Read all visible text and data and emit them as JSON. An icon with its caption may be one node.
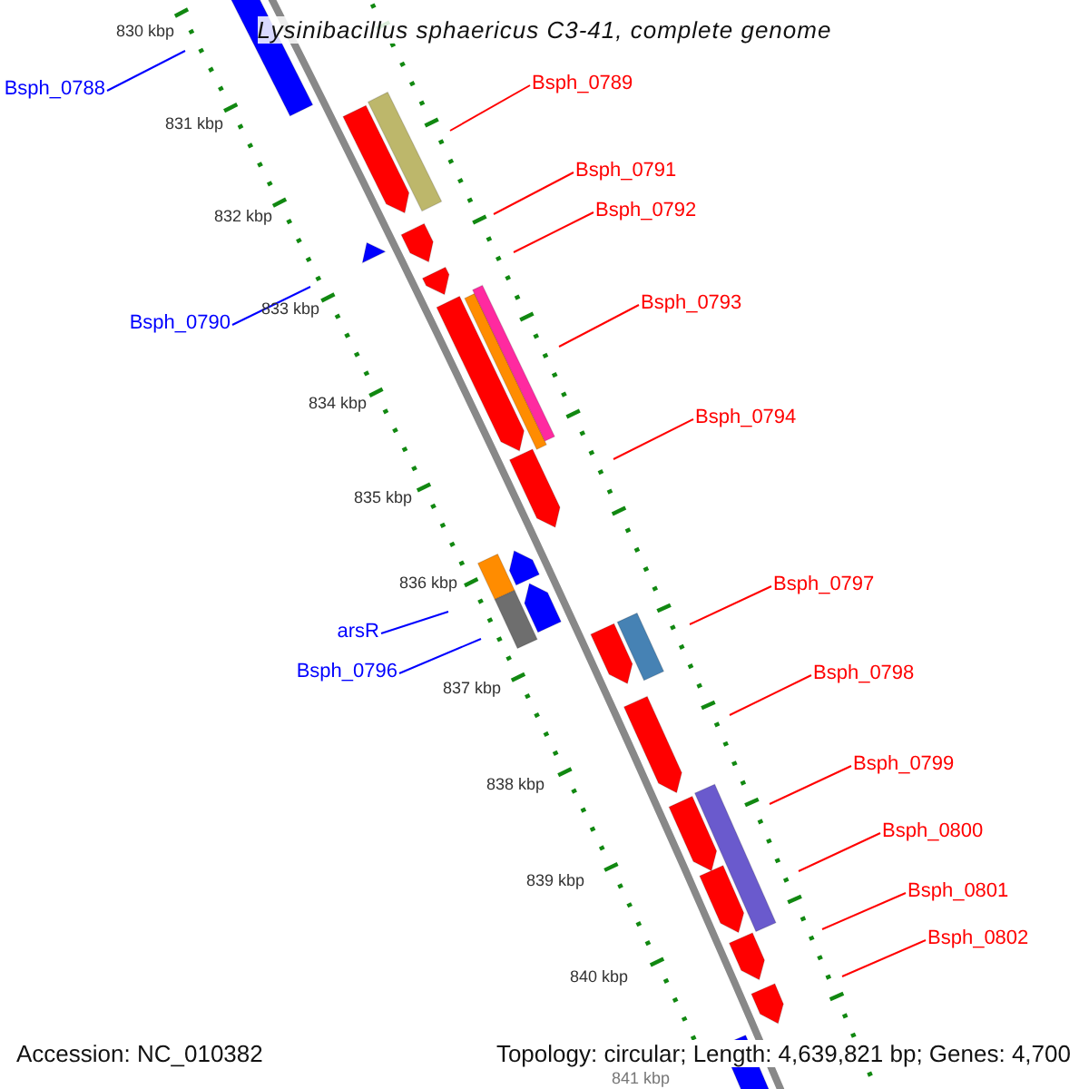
{
  "diagram": {
    "title": "Lysinibacillus sphaericus C3-41, complete genome",
    "nodes": [
      {
        "text": [
          "Bsph_0789"
        ]
      },
      {
        "text": [
          "Bsph_0788"
        ]
      },
      {
        "text": [
          "Bsph_0791"
        ]
      },
      {
        "text": [
          "Bsph_0792"
        ]
      },
      {
        "text": [
          "Bsph_0793"
        ]
      },
      {
        "text": [
          "Bsph_0790"
        ]
      },
      {
        "text": [
          "Bsph_0794"
        ]
      },
      {
        "text": [
          "Bsph_0797"
        ]
      },
      {
        "text": [
          "arsR"
        ]
      },
      {
        "text": [
          "Bsph_0796"
        ]
      },
      {
        "text": [
          "Bsph_0798"
        ]
      },
      {
        "text": [
          "Bsph_0799"
        ]
      },
      {
        "text": [
          "Bsph_0800"
        ]
      },
      {
        "text": [
          "Bsph_0801"
        ]
      },
      {
        "text": [
          "Bsph_0802"
        ]
      }
    ],
    "edges": [
      {
        "from": 0,
        "to": null,
        "arrow": "none"
      },
      {
        "from": 1,
        "to": null,
        "arrow": "none",
        "color": "#0000ff"
      },
      {
        "from": 2,
        "to": null,
        "arrow": "none"
      },
      {
        "from": 3,
        "to": null,
        "arrow": "none"
      },
      {
        "from": 4,
        "to": null,
        "arrow": "none"
      },
      {
        "from": 5,
        "to": null,
        "arrow": "none",
        "color": "#0000ff"
      },
      {
        "from": 6,
        "to": null,
        "arrow": "none"
      },
      {
        "from": 7,
        "to": null,
        "arrow": "none"
      },
      {
        "from": 8,
        "to": null,
        "arrow": "none",
        "color": "#0000ff"
      },
      {
        "from": 9,
        "to": null,
        "arrow": "none",
        "color": "#0000ff"
      },
      {
        "from": 10,
        "to": null,
        "arrow": "none"
      },
      {
        "from": 11,
        "to": null,
        "arrow": "none"
      },
      {
        "from": 12,
        "to": null,
        "arrow": "none"
      },
      {
        "from": 13,
        "to": null,
        "arrow": "none"
      },
      {
        "from": 14,
        "to": null,
        "arrow": "none"
      }
    ],
    "labels": [
      "830 kbp",
      "831 kbp",
      "832 kbp",
      "833 kbp",
      "834 kbp",
      "835 kbp",
      "836 kbp",
      "837 kbp",
      "838 kbp",
      "839 kbp",
      "840 kbp",
      "841 kbp",
      "Accession: NC_010382",
      "Topology: circular; Length: 4,639,821 bp; Genes: 4,700"
    ]
  }
}
